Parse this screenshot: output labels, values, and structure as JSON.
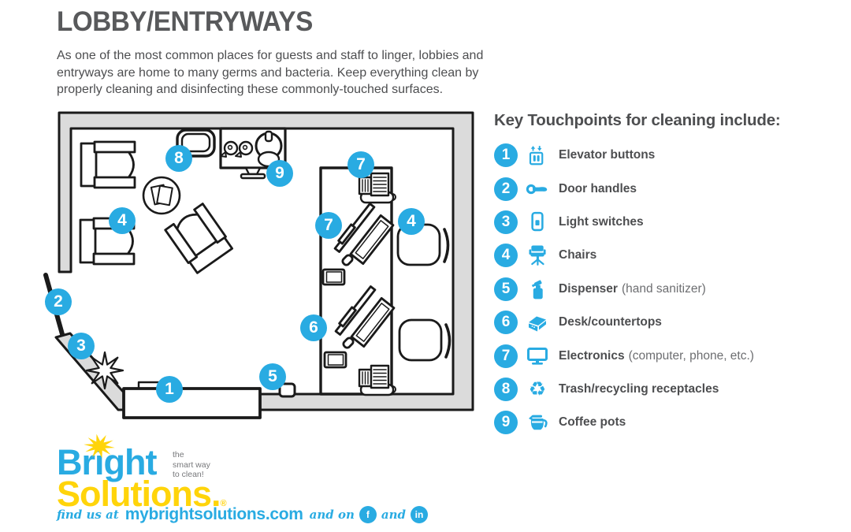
{
  "page": {
    "title": "LOBBY/ENTRYWAYS",
    "intro": "As one of the most common places for guests and staff to linger, lobbies and entryways are home to many germs and bacteria. Keep everything clean by properly cleaning and disinfecting these commonly-touched surfaces."
  },
  "colors": {
    "accent_blue": "#29ABE2",
    "brand_yellow": "#FFD40A",
    "text_dark": "#58595B",
    "wall_gray": "#DBDBDB",
    "line_black": "#1A1A1A"
  },
  "legend": {
    "heading": "Key Touchpoints for cleaning include:",
    "items": [
      {
        "number": "1",
        "label": "Elevator buttons",
        "note": "",
        "icon": "elevator-icon"
      },
      {
        "number": "2",
        "label": "Door handles",
        "note": "",
        "icon": "door-handle-icon"
      },
      {
        "number": "3",
        "label": "Light switches",
        "note": "",
        "icon": "light-switch-icon"
      },
      {
        "number": "4",
        "label": "Chairs",
        "note": "",
        "icon": "office-chair-icon"
      },
      {
        "number": "5",
        "label": "Dispenser",
        "note": "(hand sanitizer)",
        "icon": "dispenser-bottle-icon"
      },
      {
        "number": "6",
        "label": "Desk/countertops",
        "note": "",
        "icon": "desk-countertop-icon"
      },
      {
        "number": "7",
        "label": "Electronics",
        "note": "(computer, phone, etc.)",
        "icon": "monitor-icon"
      },
      {
        "number": "8",
        "label": "Trash/recycling receptacles",
        "note": "",
        "icon": "recycle-icon",
        "glyph": "♻"
      },
      {
        "number": "9",
        "label": "Coffee pots",
        "note": "",
        "icon": "coffee-pot-icon"
      }
    ]
  },
  "floorplan": {
    "markers": [
      {
        "number": "1",
        "meaning": "elevator buttons"
      },
      {
        "number": "2",
        "meaning": "door handles"
      },
      {
        "number": "3",
        "meaning": "light switches"
      },
      {
        "number": "4",
        "meaning": "chairs (lobby armchair)"
      },
      {
        "number": "4",
        "meaning": "chairs (desk side)"
      },
      {
        "number": "5",
        "meaning": "dispenser"
      },
      {
        "number": "6",
        "meaning": "desk/countertops"
      },
      {
        "number": "7",
        "meaning": "electronics (workstation)"
      },
      {
        "number": "7",
        "meaning": "electronics (phone/fax)"
      },
      {
        "number": "8",
        "meaning": "trash/recycling receptacles"
      },
      {
        "number": "9",
        "meaning": "coffee pots"
      }
    ]
  },
  "logo": {
    "brand_line1": "Bright",
    "brand_line2": "Solutions.",
    "registered_mark": "®",
    "tagline_line1": "the",
    "tagline_line2": "smart way",
    "tagline_line3": "to clean!",
    "footer": {
      "script1": "find us at",
      "site": "mybrightsolutions.com",
      "script2": "and on",
      "social1": "f",
      "script3": "and",
      "social2": "in"
    }
  }
}
